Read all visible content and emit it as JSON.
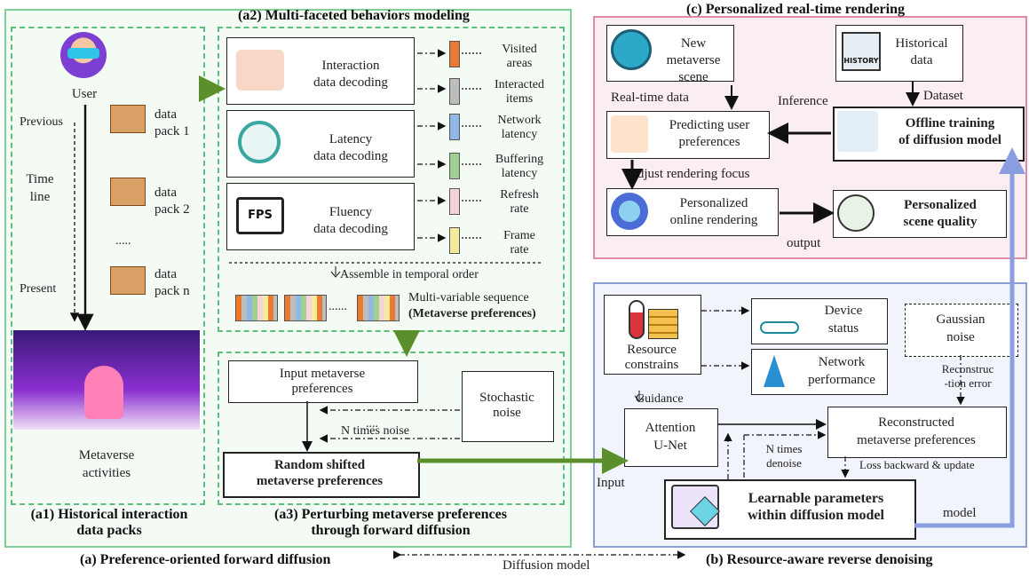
{
  "a1": {
    "user": "User",
    "previous": "Previous",
    "timeline": "Time\nline",
    "present": "Present",
    "pack1": "data\npack 1",
    "pack2": "data\npack 2",
    "packdots": ".....",
    "packn": "data\npack n",
    "activities": "Metaverse\nactivities",
    "title": "(a1) Historical interaction\ndata packs"
  },
  "a2": {
    "title": "(a2) Multi-faceted behaviors modeling",
    "decoders": [
      "Interaction\ndata decoding",
      "Latency\ndata decoding",
      "Fluency\ndata decoding"
    ],
    "features": [
      "Visited\nareas",
      "Interacted\nitems",
      "Network\nlatency",
      "Buffering\nlatency",
      "Refresh\nrate",
      "Frame\nrate"
    ],
    "assemble": "Assemble in temporal order",
    "sequence": "Multi-variable sequence",
    "preferences": "(Metaverse preferences)",
    "seqdots": "......"
  },
  "a3": {
    "input": "Input metaverse\npreferences",
    "noise": "Stochastic\nnoise",
    "ntimes": "N times noise",
    "dots": "....",
    "shifted": "Random shifted\nmetaverse preferences",
    "title": "(a3) Perturbing metaverse preferences\nthrough forward diffusion"
  },
  "c": {
    "title": "(c) Personalized real-time rendering",
    "newscene": "New metaverse\nscene",
    "historical": "Historical\ndata",
    "history_sign": "HISTORY",
    "realtime": "Real-time data",
    "inference": "Inference",
    "dataset": "Dataset",
    "predicting": "Predicting user\npreferences",
    "offline": "Offline training\nof diffusion model",
    "adjust": "Adjust rendering focus",
    "online": "Personalized\nonline rendering",
    "quality": "Personalized\nscene quality",
    "output": "output"
  },
  "b": {
    "resource": "Resource\nconstrains",
    "device": "Device\nstatus",
    "network": "Network\nperformance",
    "gaussian": "Gaussian\nnoise",
    "recerror": "Reconstruc\n-tion error",
    "guidance": "Guidance",
    "attention": "Attention\nU-Net",
    "reconstructed": "Reconstructed\nmetaverse preferences",
    "ndenoise": "N times\ndenoise",
    "loss": "Loss backward & update",
    "input": "Input",
    "learnable": "Learnable parameters\nwithin diffusion model",
    "model": "model"
  },
  "captions": {
    "a": "(a) Preference-oriented forward diffusion",
    "diffusion": "Diffusion model",
    "b": "(b) Resource-aware reverse denoising"
  },
  "colors": {
    "green_border": "#7fcf9a",
    "pink_border": "#e08aa8",
    "blue_border": "#8c9fd4",
    "green_arrow": "#5b8f2b",
    "blue_arrow": "#8a9ee0"
  }
}
